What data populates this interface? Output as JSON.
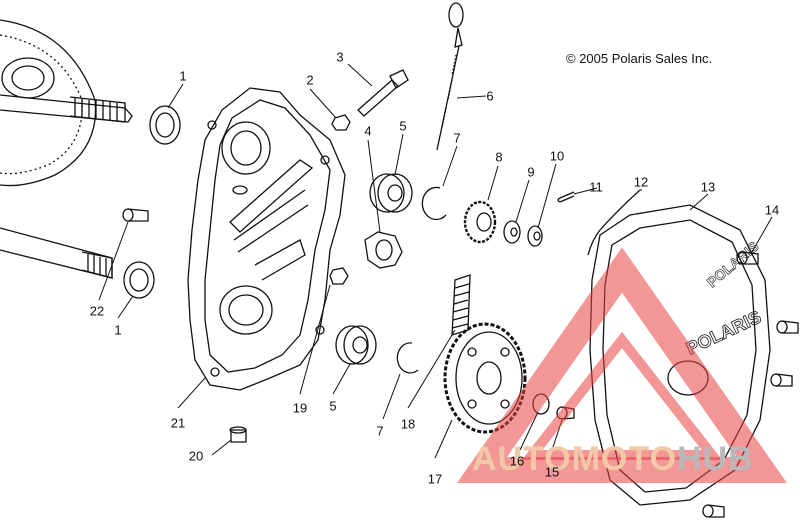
{
  "copyright": "© 2005 Polaris Sales Inc.",
  "watermark": {
    "part1": "AUTOMOTO",
    "part2": "HUB",
    "color_primary": "#e84040",
    "color_secondary": "#f2c9a8"
  },
  "brand_on_cover": "POLARIS",
  "callouts": [
    {
      "id": "c1a",
      "text": "1"
    },
    {
      "id": "c1b",
      "text": "1"
    },
    {
      "id": "c2",
      "text": "2"
    },
    {
      "id": "c3",
      "text": "3"
    },
    {
      "id": "c4",
      "text": "4"
    },
    {
      "id": "c5a",
      "text": "5"
    },
    {
      "id": "c5b",
      "text": "5"
    },
    {
      "id": "c6",
      "text": "6"
    },
    {
      "id": "c7a",
      "text": "7"
    },
    {
      "id": "c7b",
      "text": "7"
    },
    {
      "id": "c8",
      "text": "8"
    },
    {
      "id": "c9",
      "text": "9"
    },
    {
      "id": "c10",
      "text": "10"
    },
    {
      "id": "c11",
      "text": "11"
    },
    {
      "id": "c12",
      "text": "12"
    },
    {
      "id": "c13",
      "text": "13"
    },
    {
      "id": "c14",
      "text": "14"
    },
    {
      "id": "c15",
      "text": "15"
    },
    {
      "id": "c16",
      "text": "16"
    },
    {
      "id": "c17",
      "text": "17"
    },
    {
      "id": "c18",
      "text": "18"
    },
    {
      "id": "c19",
      "text": "19"
    },
    {
      "id": "c20",
      "text": "20"
    },
    {
      "id": "c21",
      "text": "21"
    },
    {
      "id": "c22",
      "text": "22"
    }
  ]
}
